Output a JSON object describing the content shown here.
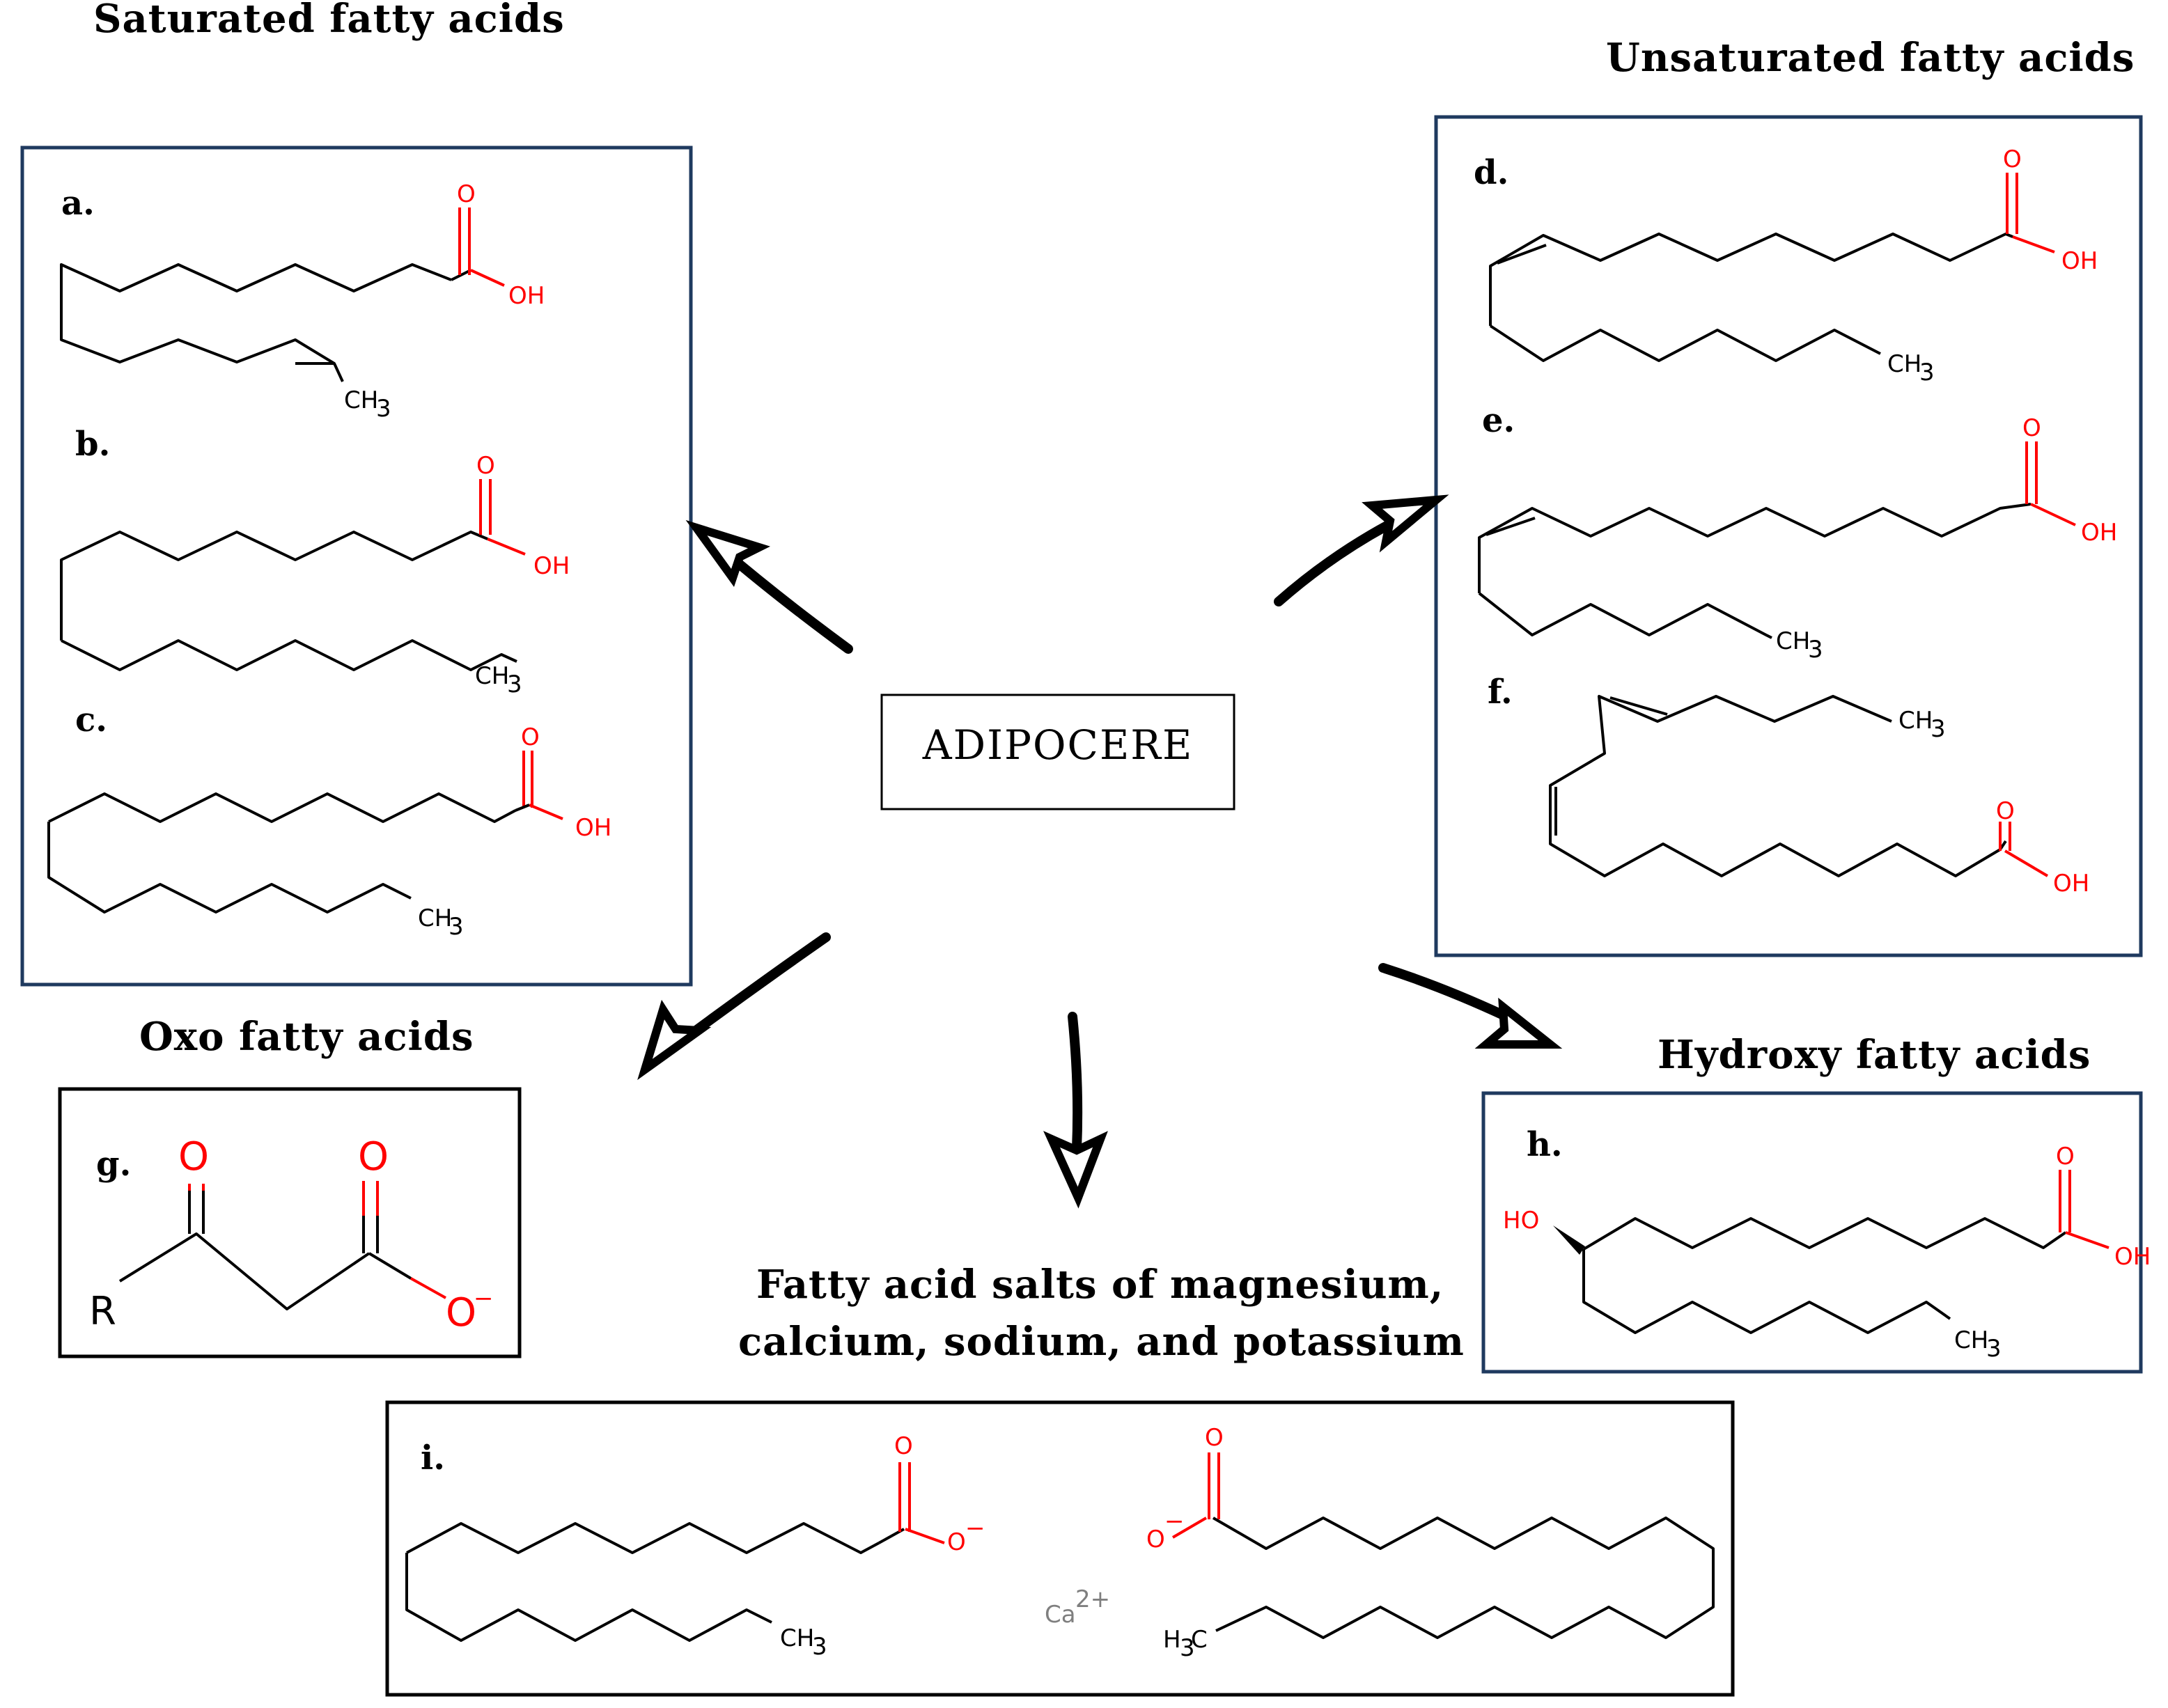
{
  "center": {
    "label": "ADIPOCERE"
  },
  "groups": {
    "saturated": {
      "title": "Saturated fatty acids",
      "letters": [
        "a.",
        "b.",
        "c."
      ]
    },
    "unsaturated": {
      "title": "Unsaturated fatty acids",
      "letters": [
        "d.",
        "e.",
        "f."
      ]
    },
    "oxo": {
      "title": "Oxo fatty acids",
      "letters": [
        "g."
      ]
    },
    "hydroxy": {
      "title": "Hydroxy fatty acids",
      "letters": [
        "h."
      ]
    },
    "salts": {
      "title_line1": "Fatty acid salts of magnesium,",
      "title_line2": "calcium, sodium, and potassium",
      "letters": [
        "i."
      ]
    }
  },
  "atoms": {
    "O": "O",
    "OH": "OH",
    "CH": "CH",
    "sub3": "3",
    "HO": "HO",
    "R": "R",
    "O_minus": "O",
    "minus": "−",
    "Ca": "Ca",
    "charge": "2+",
    "H": "H",
    "C": "C"
  },
  "colors": {
    "heteroatom": "#ff0000",
    "box_border": "#1f3a5f",
    "line": "#000000",
    "ion": "#7f7f7f"
  }
}
